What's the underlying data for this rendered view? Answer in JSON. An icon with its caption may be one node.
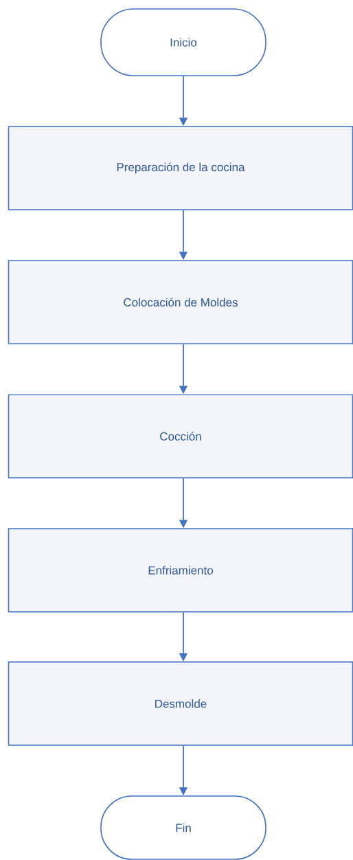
{
  "diagram": {
    "nodes": [
      {
        "text": [
          "Inicio"
        ]
      },
      {
        "text": [
          "Preparación de la cocina"
        ]
      },
      {
        "text": [
          "Colocación de Moldes"
        ]
      },
      {
        "text": [
          "Cocción"
        ]
      },
      {
        "text": [
          "Enfriamiento"
        ]
      },
      {
        "text": [
          "Desmolde"
        ]
      },
      {
        "text": [
          "Fin"
        ]
      }
    ],
    "edges": [
      {
        "from": 0,
        "to": 1,
        "arrow": "to"
      },
      {
        "from": 1,
        "to": 2,
        "arrow": "to"
      },
      {
        "from": 2,
        "to": 3,
        "arrow": "to"
      },
      {
        "from": 3,
        "to": 4,
        "arrow": "to"
      },
      {
        "from": 4,
        "to": 5,
        "arrow": "to"
      },
      {
        "from": 5,
        "to": 6,
        "arrow": "to"
      }
    ]
  }
}
